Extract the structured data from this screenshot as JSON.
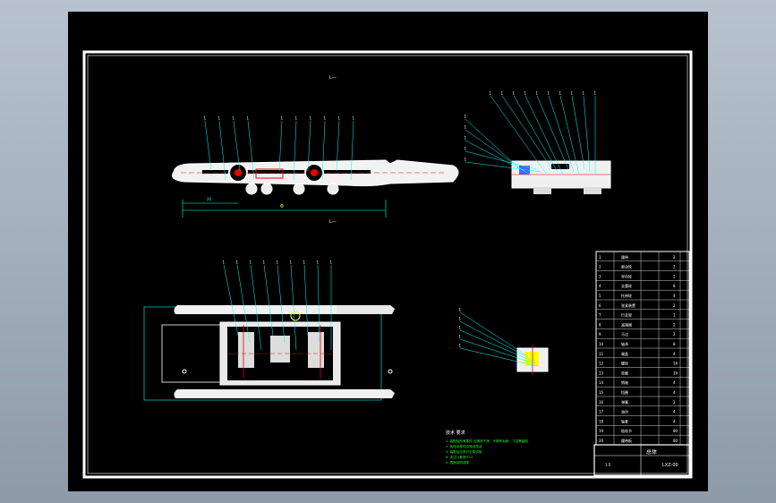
{
  "drawing": {
    "top_view_label": "L—",
    "bottom_view_label": "L—",
    "top_callouts": [
      "1",
      "1",
      "1",
      "1",
      "1",
      "1",
      "1",
      "1",
      "1",
      "1"
    ],
    "side_callouts": [
      "1",
      "1",
      "1",
      "1",
      "1",
      "1",
      "1",
      "1",
      "1",
      "1",
      "1",
      "1",
      "1",
      "1",
      "1"
    ],
    "plan_callouts": [
      "1",
      "1",
      "1",
      "1",
      "1",
      "1",
      "1",
      "1",
      "1"
    ],
    "detail_callouts": [
      "1",
      "1",
      "1",
      "1",
      "1"
    ],
    "dimension_total": "Φ",
    "dimension_left": "20",
    "notes_title": "技术 要求",
    "notes": [
      "1. 装配前所有零件 应清洗干净，不得有毛刺、飞边等缺陷",
      "2. 各传动部件应转动灵活",
      "3. 装配后应进行空载试验",
      "4. 未注公差按IT12",
      "5. 表面涂防锈漆"
    ]
  },
  "bom": {
    "rows": [
      {
        "no": "1",
        "name": "履带",
        "qty": "2"
      },
      {
        "no": "2",
        "name": "驱动轮",
        "qty": "2"
      },
      {
        "no": "3",
        "name": "导向轮",
        "qty": "2"
      },
      {
        "no": "4",
        "name": "支重轮",
        "qty": "8"
      },
      {
        "no": "5",
        "name": "托带轮",
        "qty": "4"
      },
      {
        "no": "6",
        "name": "张紧装置",
        "qty": "2"
      },
      {
        "no": "7",
        "name": "行走架",
        "qty": "1"
      },
      {
        "no": "8",
        "name": "减速器",
        "qty": "2"
      },
      {
        "no": "9",
        "name": "马达",
        "qty": "2"
      },
      {
        "no": "10",
        "name": "轴承",
        "qty": "8"
      },
      {
        "no": "11",
        "name": "端盖",
        "qty": "4"
      },
      {
        "no": "12",
        "name": "螺栓",
        "qty": "16"
      },
      {
        "no": "13",
        "name": "垫圈",
        "qty": "16"
      },
      {
        "no": "14",
        "name": "销轴",
        "qty": "4"
      },
      {
        "no": "15",
        "name": "挡圈",
        "qty": "4"
      },
      {
        "no": "16",
        "name": "弹簧",
        "qty": "2"
      },
      {
        "no": "17",
        "name": "油封",
        "qty": "4"
      },
      {
        "no": "18",
        "name": "轴套",
        "qty": "4"
      },
      {
        "no": "19",
        "name": "链轨节",
        "qty": "80"
      },
      {
        "no": "20",
        "name": "履带板",
        "qty": "80"
      }
    ],
    "title_block": {
      "drawing_title": "总体",
      "drawing_no": "LXZ-00",
      "scale": "1:5"
    }
  }
}
